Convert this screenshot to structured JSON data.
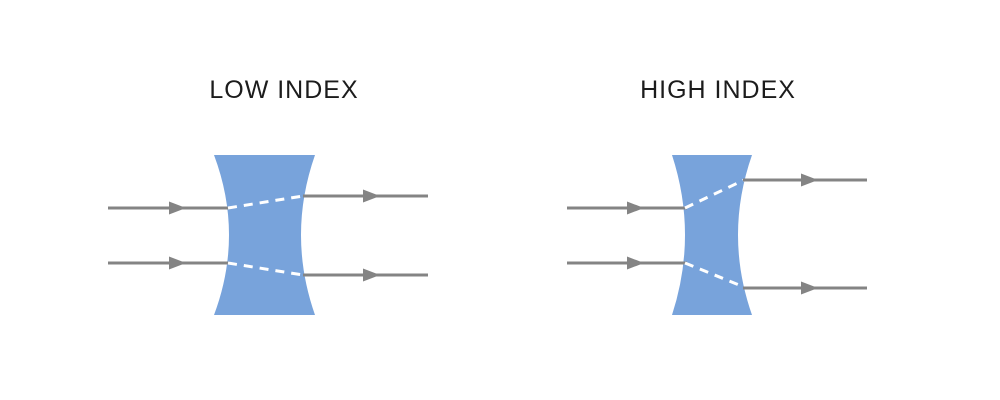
{
  "diagram": {
    "type": "concave-lens-index-comparison",
    "description": "Two biconcave diverging lenses refracting two parallel rays; higher index bends rays more",
    "panels": [
      {
        "title": "LOW INDEX",
        "lens_shape": "biconcave",
        "incoming_ray_count": 2,
        "divergence": "slight"
      },
      {
        "title": "HIGH INDEX",
        "lens_shape": "biconcave",
        "incoming_ray_count": 2,
        "divergence": "strong"
      }
    ],
    "colors": {
      "background": "#ffffff",
      "lens_fill": "#78a3db",
      "ray_stroke": "#848484",
      "arrow_fill": "#848484",
      "dash_stroke": "#ffffff",
      "title_text": "#1c1c1c"
    }
  }
}
